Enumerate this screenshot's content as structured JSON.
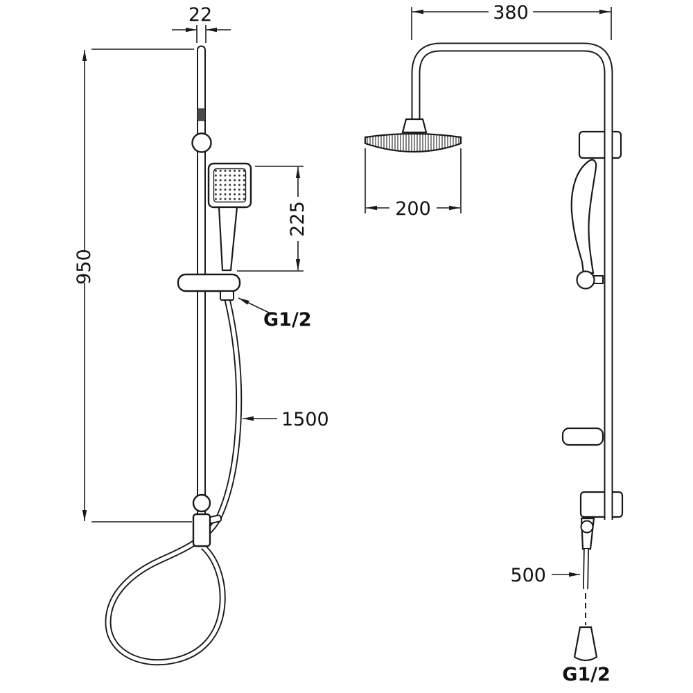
{
  "drawing": {
    "background": "#ffffff",
    "line_color": "#1a1a1a",
    "labels": {
      "rail_width": "22",
      "total_height": "950",
      "handset_length": "225",
      "top_thread": "G1/2",
      "hose_length": "1500",
      "arm_reach": "380",
      "head_diameter": "200",
      "outlet_length": "500",
      "bottom_thread": "G1/2"
    }
  }
}
